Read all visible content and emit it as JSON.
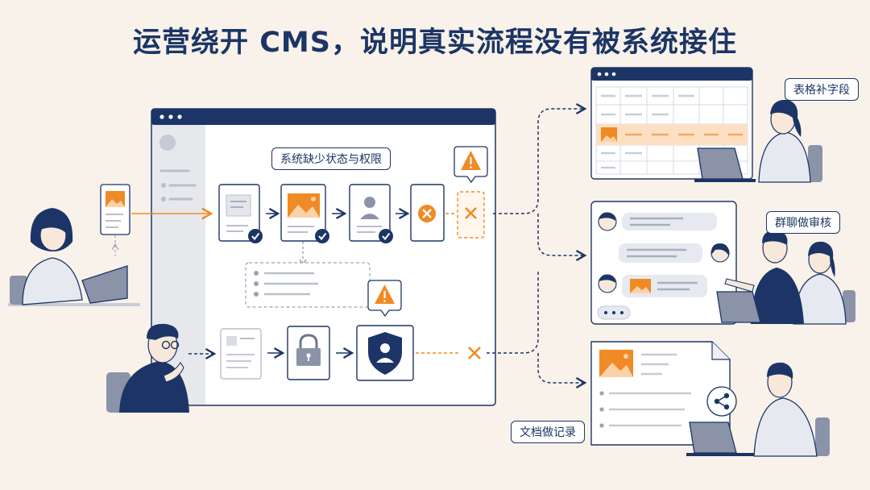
{
  "title": "运营绕开 CMS，说明真实流程没有被系统接住",
  "labels": {
    "system_gap": "系统缺少状态与权限",
    "spreadsheet": "表格补字段",
    "group_chat": "群聊做审核",
    "document": "文档做记录"
  },
  "icons": {
    "warning": "warning-icon",
    "error": "x-circle-icon",
    "lock": "lock-icon",
    "shield": "shield-user-icon",
    "share": "share-icon",
    "check": "check-icon",
    "image": "image-icon",
    "user": "user-icon"
  },
  "colors": {
    "navy": "#1c3566",
    "orange": "#f08a24",
    "background": "#f8f2ea"
  }
}
